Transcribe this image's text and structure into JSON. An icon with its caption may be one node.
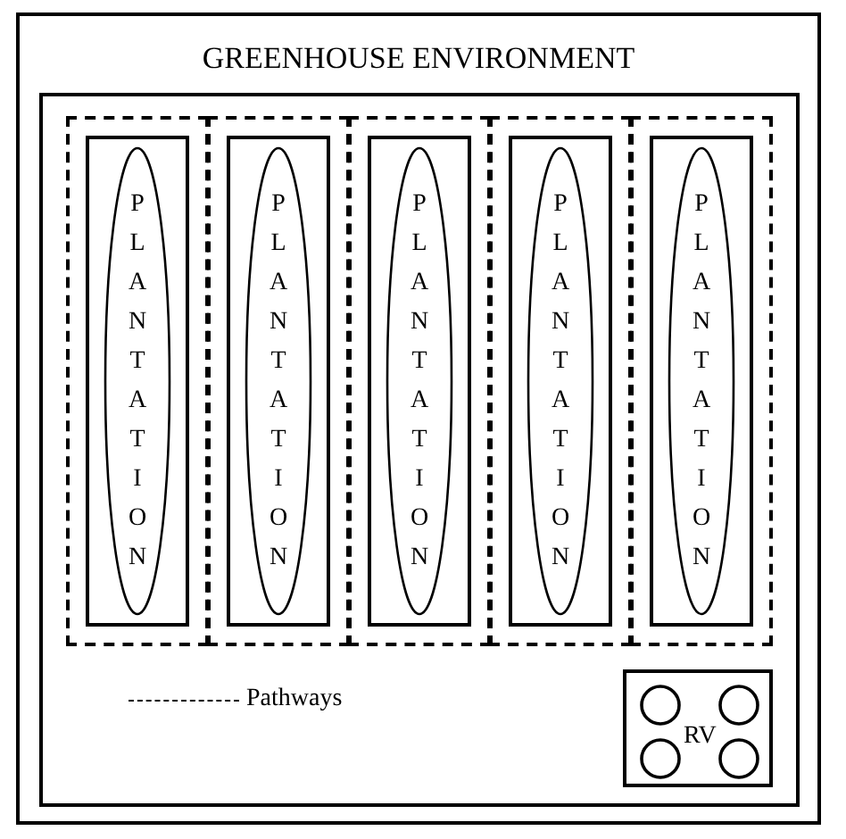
{
  "diagram": {
    "nodes": [
      {
        "text": [
          "GREENHOUSE ENVIRONMENT"
        ]
      },
      {
        "text": [],
        "shape": "box",
        "in": 0
      },
      {
        "text": [],
        "shape": "box",
        "in": 1
      },
      {
        "text": [],
        "shape": "box",
        "in": 2
      },
      {
        "text": [
          "PLANTATION"
        ],
        "in": 3
      },
      {
        "text": [],
        "shape": "box",
        "in": 1
      },
      {
        "text": [],
        "shape": "box",
        "in": 5
      },
      {
        "text": [
          "PLANTATION"
        ],
        "in": 6
      },
      {
        "text": [],
        "shape": "box",
        "in": 1
      },
      {
        "text": [],
        "shape": "box",
        "in": 8
      },
      {
        "text": [
          "PLANTATION"
        ],
        "in": 9
      },
      {
        "text": [],
        "shape": "box",
        "in": 1
      },
      {
        "text": [],
        "shape": "box",
        "in": 11
      },
      {
        "text": [
          "PLANTATION"
        ],
        "in": 12
      },
      {
        "text": [],
        "shape": "box",
        "in": 1
      },
      {
        "text": [],
        "shape": "box",
        "in": 14
      },
      {
        "text": [
          "PLANTATION"
        ],
        "in": 15
      },
      {
        "text": [
          "RV"
        ],
        "in": 1
      }
    ],
    "edges": [],
    "legend": [
      {
        "text": "Pathways"
      }
    ]
  }
}
